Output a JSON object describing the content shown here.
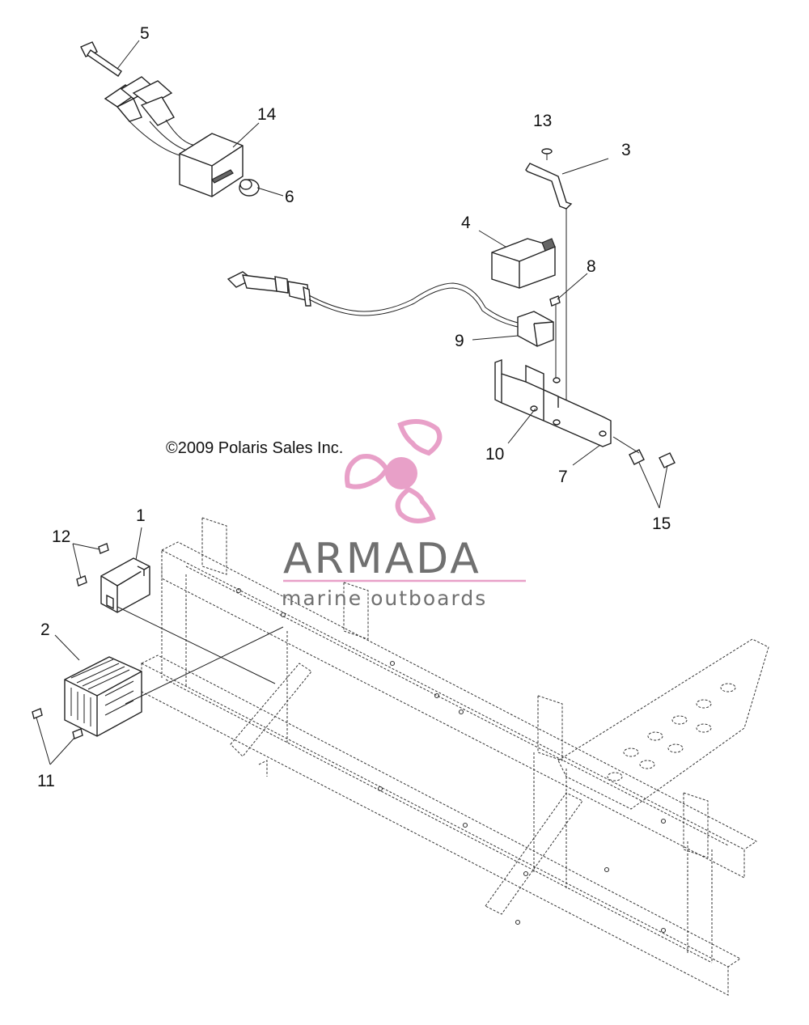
{
  "copyright": "©2009 Polaris Sales Inc.",
  "watermark": {
    "title": "ARMADA",
    "subtitle": "marine outboards",
    "accent_color": "#e8a0c8"
  },
  "callouts": {
    "c1": "1",
    "c2": "2",
    "c3": "3",
    "c4": "4",
    "c5": "5",
    "c6": "6",
    "c7": "7",
    "c8": "8",
    "c9": "9",
    "c10": "10",
    "c11": "11",
    "c12": "12",
    "c13": "13",
    "c14": "14",
    "c15": "15"
  }
}
